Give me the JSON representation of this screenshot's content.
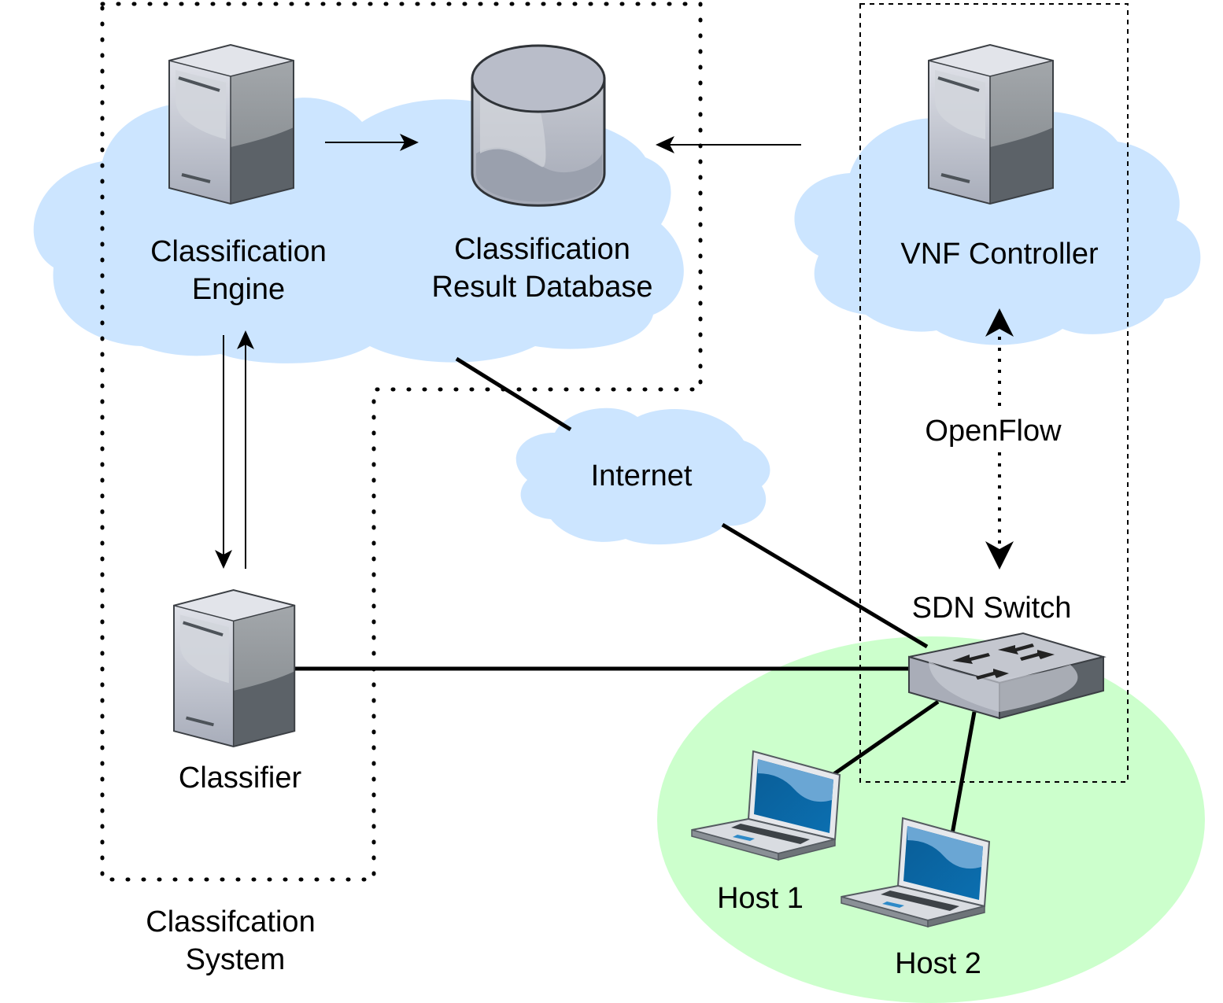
{
  "labels": {
    "classification_engine": [
      "Classification",
      "Engine"
    ],
    "result_database": [
      "Classification",
      "Result Database"
    ],
    "vnf_controller": "VNF Controller",
    "internet": "Internet",
    "openflow": "OpenFlow",
    "sdn_switch": "SDN Switch",
    "classifier": "Classifier",
    "host1": "Host 1",
    "host2": "Host 2",
    "classification_system": [
      "Classifcation",
      "System"
    ]
  },
  "colors": {
    "cloud": "#cce5ff",
    "lan": "#ccffcc",
    "server_light": "#c9ccd6",
    "server_dark": "#5c6268",
    "laptop_screen": "#0e6aa8"
  }
}
